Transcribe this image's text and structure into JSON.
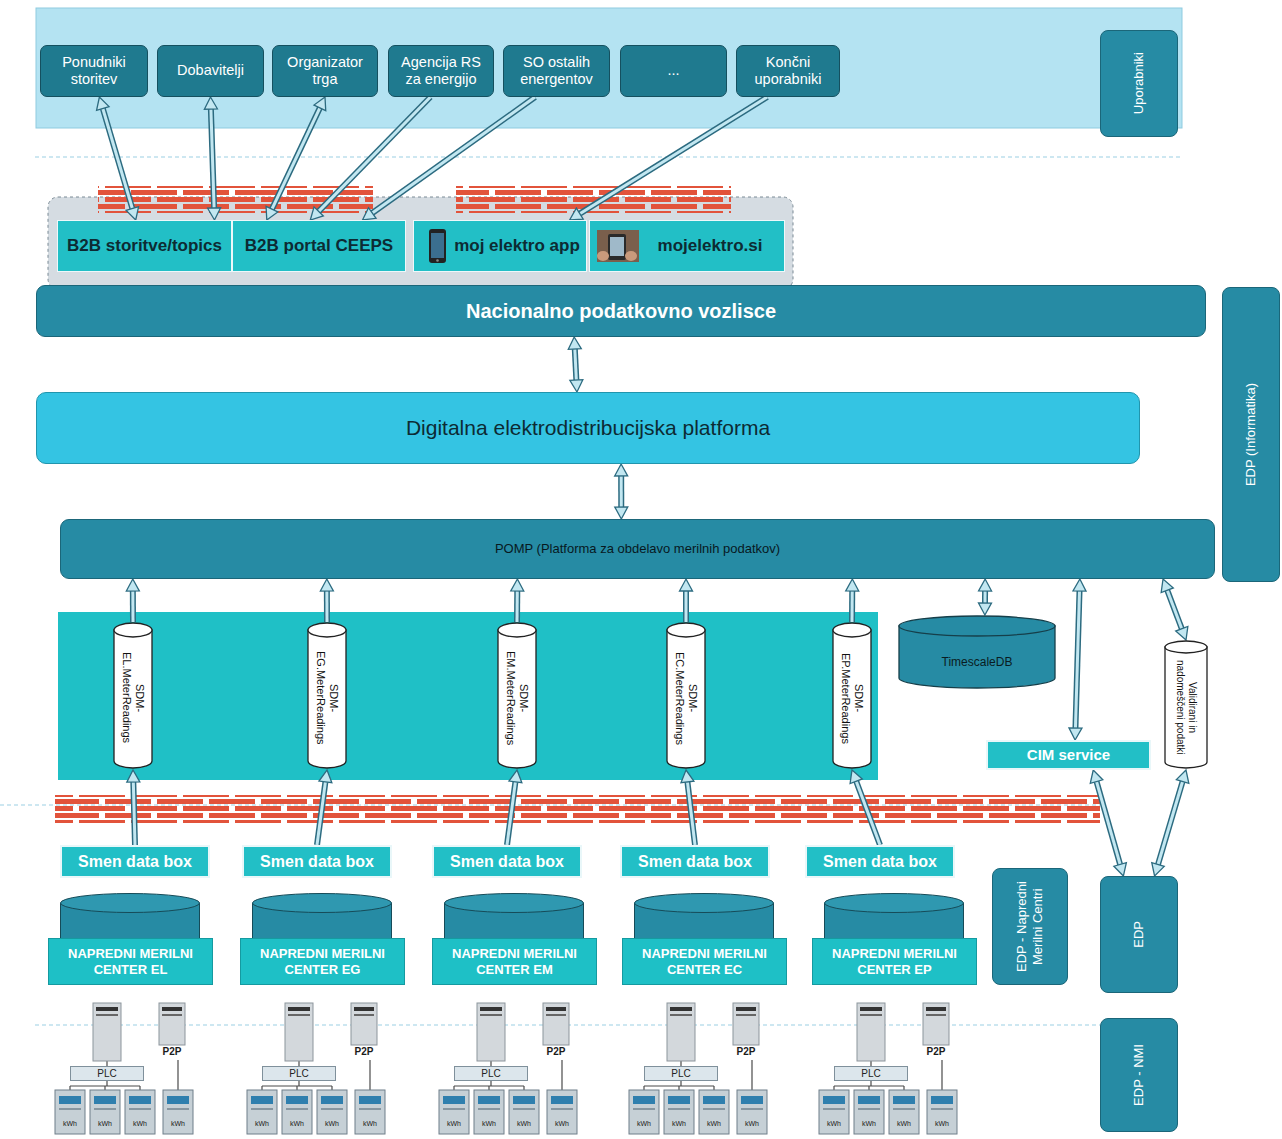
{
  "diagram": {
    "nodes": [
      {
        "text": [
          "Ponudniki storitev"
        ]
      },
      {
        "text": [
          "Dobavitelji"
        ]
      },
      {
        "text": [
          "Organizator trga"
        ]
      },
      {
        "text": [
          "Agencija RS za energijo"
        ]
      },
      {
        "text": [
          "SO ostalih energentov"
        ]
      },
      {
        "text": [
          "..."
        ]
      },
      {
        "text": [
          "Končni uporabniki"
        ]
      },
      {
        "text": [
          "Uporabniki"
        ]
      },
      {
        "text": [
          "B2B storitve/topics"
        ]
      },
      {
        "text": [
          "B2B portal CEEPS"
        ]
      },
      {
        "text": [
          "moj elektro app"
        ]
      },
      {
        "text": [
          "mojelektro.si"
        ]
      },
      {
        "text": [
          "Nacionalno podatkovno vozlisce"
        ]
      },
      {
        "text": [
          "EDP (Informatika)"
        ]
      },
      {
        "text": [
          "Digitalna elektrodistribucijska platforma"
        ]
      },
      {
        "text": [
          "POMP (Platforma za obdelavo merilnih podatkov)"
        ]
      },
      {
        "text": [
          "SDM-EL.MeterReadings"
        ]
      },
      {
        "text": [
          "SDM-EG.MeterReadings"
        ]
      },
      {
        "text": [
          "SDM-EM.MeterReadings"
        ]
      },
      {
        "text": [
          "SDM-EC.MeterReadings"
        ]
      },
      {
        "text": [
          "SDM-EP.MeterReadings"
        ]
      },
      {
        "text": [
          "TimescaleDB"
        ]
      },
      {
        "text": [
          "Validirani in nadomeščeni podatki"
        ]
      },
      {
        "text": [
          "CIM service"
        ]
      },
      {
        "text": [
          "Smen data box"
        ]
      },
      {
        "text": [
          "Smen data box"
        ]
      },
      {
        "text": [
          "Smen data box"
        ]
      },
      {
        "text": [
          "Smen data box"
        ]
      },
      {
        "text": [
          "Smen data box"
        ]
      },
      {
        "text": [
          "NAPREDNI MERILNI CENTER EL"
        ]
      },
      {
        "text": [
          "NAPREDNI MERILNI CENTER EG"
        ]
      },
      {
        "text": [
          "NAPREDNI MERILNI CENTER EM"
        ]
      },
      {
        "text": [
          "NAPREDNI MERILNI CENTER EC"
        ]
      },
      {
        "text": [
          "NAPREDNI MERILNI CENTER EP"
        ]
      },
      {
        "text": [
          "EDP - Napredni Merilni Centri"
        ]
      },
      {
        "text": [
          "EDP"
        ]
      },
      {
        "text": [
          "PLC"
        ]
      },
      {
        "text": [
          "PLC"
        ]
      },
      {
        "text": [
          "PLC"
        ]
      },
      {
        "text": [
          "PLC"
        ]
      },
      {
        "text": [
          "PLC"
        ]
      },
      {
        "text": [
          "EDP - NMI"
        ]
      }
    ],
    "edges": [
      {
        "from": 0,
        "to": 8,
        "arrow": "both"
      },
      {
        "from": 1,
        "to": 8,
        "arrow": "both"
      },
      {
        "from": 2,
        "to": 9,
        "arrow": "both"
      },
      {
        "from": 3,
        "to": 9,
        "arrow": "to"
      },
      {
        "from": 4,
        "to": 9,
        "arrow": "to"
      },
      {
        "from": 6,
        "to": 10,
        "arrow": "to"
      },
      {
        "from": 12,
        "to": 14,
        "arrow": "both"
      },
      {
        "from": 14,
        "to": 15,
        "arrow": "both"
      },
      {
        "from": 16,
        "to": 15,
        "arrow": "to"
      },
      {
        "from": 17,
        "to": 15,
        "arrow": "to"
      },
      {
        "from": 18,
        "to": 15,
        "arrow": "to"
      },
      {
        "from": 19,
        "to": 15,
        "arrow": "to"
      },
      {
        "from": 20,
        "to": 15,
        "arrow": "to"
      },
      {
        "from": 24,
        "to": 16,
        "arrow": "to"
      },
      {
        "from": 25,
        "to": 17,
        "arrow": "to"
      },
      {
        "from": 26,
        "to": 18,
        "arrow": "to"
      },
      {
        "from": 27,
        "to": 19,
        "arrow": "to"
      },
      {
        "from": 28,
        "to": 20,
        "arrow": "to"
      },
      {
        "from": 15,
        "to": 21,
        "arrow": "both"
      },
      {
        "from": 15,
        "to": 23,
        "arrow": "both"
      },
      {
        "from": 15,
        "to": 22,
        "arrow": "both"
      },
      {
        "from": 23,
        "to": 35,
        "arrow": "both"
      },
      {
        "from": 22,
        "to": 35,
        "arrow": "both"
      }
    ],
    "labels": [
      "P2P",
      "kWh",
      "kWh",
      "kWh",
      "kWh",
      "P2P",
      "kWh",
      "kWh",
      "kWh",
      "kWh",
      "P2P",
      "kWh",
      "kWh",
      "kWh",
      "kWh",
      "P2P",
      "kWh",
      "kWh",
      "kWh",
      "kWh",
      "P2P",
      "kWh",
      "kWh",
      "kWh",
      "kWh"
    ]
  }
}
